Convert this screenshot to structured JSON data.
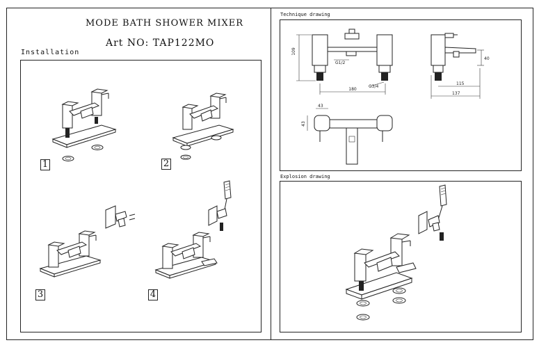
{
  "header": {
    "title": "MODE BATH SHOWER MIXER",
    "art_no": "Art NO: TAP122MO"
  },
  "installation": {
    "label": "Installation",
    "steps": [
      "1",
      "2",
      "3",
      "4"
    ]
  },
  "technique": {
    "label": "Technique drawing",
    "dims": {
      "height": "109",
      "thread_top": "G1/2",
      "thread_bottom": "G3/4",
      "centres": "180",
      "side_height": "40",
      "reach": "115",
      "depth": "137",
      "top_width": "43",
      "top_depth": "43"
    }
  },
  "explosion": {
    "label": "Explosion drawing"
  }
}
